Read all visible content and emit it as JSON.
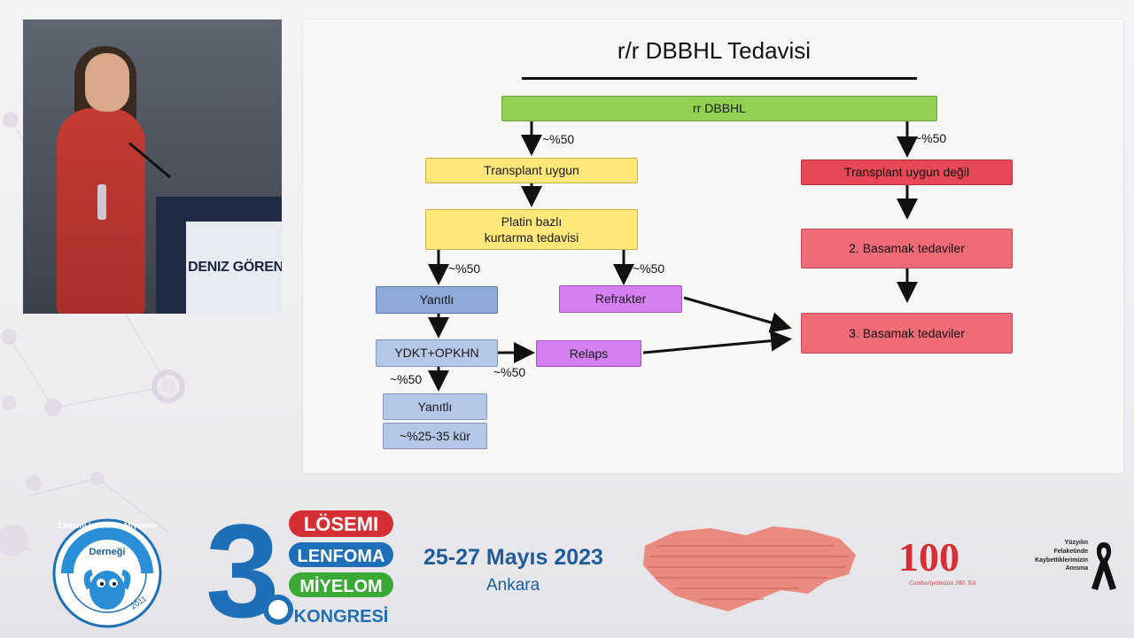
{
  "video": {
    "podium_name": "DENIZ GÖREN"
  },
  "slide": {
    "title": "r/r DBBHL Tedavisi",
    "nodes": {
      "root": "rr DBBHL",
      "transplant_fit": "Transplant uygun",
      "transplant_unfit": "Transplant uygun değil",
      "platin_line1": "Platin bazlı",
      "platin_line2": "kurtarma tedavisi",
      "responsive1": "Yanıtlı",
      "refractory": "Refrakter",
      "second_line": "2. Basamak tedaviler",
      "third_line": "3. Basamak tedaviler",
      "ydkt": "YDKT+OPKHN",
      "relapse": "Relaps",
      "responsive2": "Yanıtlı",
      "cure": "~%25-35 kür"
    },
    "edge_labels": {
      "root_to_fit": "~%50",
      "root_to_unfit": "~%50",
      "platin_to_responsive": "~%50",
      "platin_to_refractory": "~%50",
      "ydkt_to_relapse": "~%50",
      "ydkt_to_responsive": "~%50"
    },
    "colors": {
      "green": "#92d050",
      "yellow": "#ffe77a",
      "red": "#e84856",
      "blue": "#8eaadb",
      "light_blue": "#b4c7e7",
      "purple": "#d57ff2"
    }
  },
  "footer": {
    "date": "25-27 Mayıs 2023",
    "city": "Ankara",
    "association_logo": {
      "text_top": "Lösemi Lenfoma Miyelom",
      "text_mid": "Derneği",
      "year": "2011"
    },
    "congress_logo": {
      "number": "3",
      "line1": "LÖSEMI",
      "line2": "LENFOMA",
      "line3": "MİYELOM",
      "line4": "KONGRESİ",
      "colors": [
        "#d62e35",
        "#1f6fb8",
        "#3aa935",
        "#1f6fb8"
      ]
    },
    "centenary": {
      "mark": "100",
      "caption": "Cumhuriyetimizin 100. Yılı"
    },
    "memorial": {
      "line1": "Yüzyılın",
      "line2": "Felaketinde",
      "line3": "Kaybettiklerimizin",
      "line4": "Anısına",
      "icon": "mourning-ribbon-icon"
    }
  }
}
